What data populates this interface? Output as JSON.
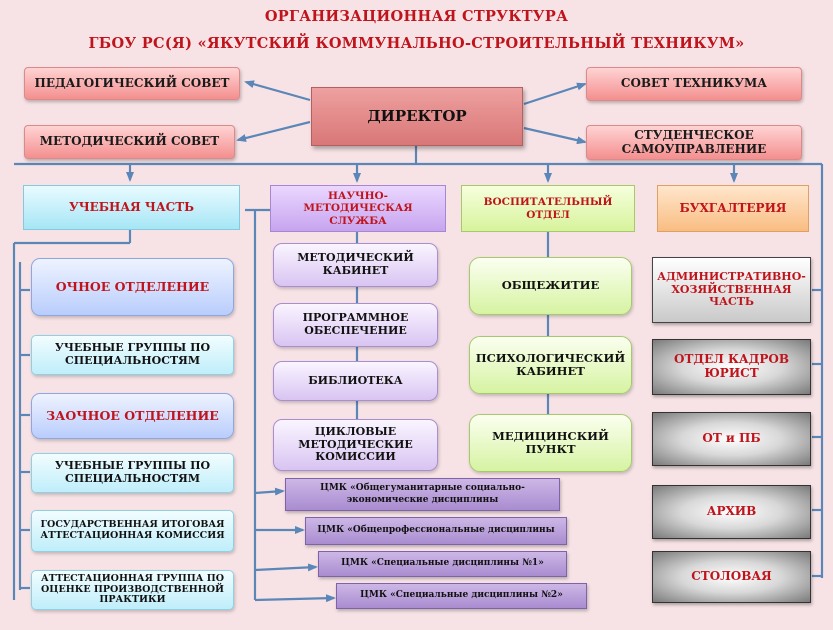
{
  "header": {
    "title_line1": "ОРГАНИЗАЦИОННАЯ  СТРУКТУРА",
    "title_line2": "ГБОУ РС(Я) «ЯКУТСКИЙ КОММУНАЛЬНО-СТРОИТЕЛЬНЫЙ ТЕХНИКУМ»"
  },
  "top": {
    "ped_council": "ПЕДАГОГИЧЕСКИЙ СОВЕТ",
    "method_council": "МЕТОДИЧЕСКИЙ СОВЕТ",
    "director": "ДИРЕКТОР",
    "tech_council": "СОВЕТ ТЕХНИКУМА",
    "student_gov": "СТУДЕНЧЕСКОЕ САМОУПРАВЛЕНИЕ"
  },
  "departments": {
    "academic": "УЧЕБНАЯ ЧАСТЬ",
    "science_method": "НАУЧНО-МЕТОДИЧЕСКАЯ СЛУЖБА",
    "educational": "ВОСПИТАТЕЛЬНЫЙ ОТДЕЛ",
    "accounting": "БУХГАЛТЕРИЯ"
  },
  "academic_units": [
    "ОЧНОЕ ОТДЕЛЕНИЕ",
    "УЧЕБНЫЕ ГРУППЫ ПО СПЕЦИАЛЬНОСТЯМ",
    "ЗАОЧНОЕ ОТДЕЛЕНИЕ",
    "УЧЕБНЫЕ ГРУППЫ ПО СПЕЦИАЛЬНОСТЯМ",
    "ГОСУДАРСТВЕННАЯ ИТОГОВАЯ АТТЕСТАЦИОННАЯ КОМИССИЯ",
    "АТТЕСТАЦИОННАЯ ГРУППА ПО ОЦЕНКЕ ПРОИЗВОДСТВЕННОЙ ПРАКТИКИ"
  ],
  "method_units": [
    "МЕТОДИЧЕСКИЙ КАБИНЕТ",
    "ПРОГРАММНОЕ ОБЕСПЕЧЕНИЕ",
    "БИБЛИОТЕКА",
    "ЦИКЛОВЫЕ МЕТОДИЧЕСКИЕ КОМИССИИ"
  ],
  "cmk": [
    "ЦМК «Общегуманитарные социально-экономические дисциплины",
    "ЦМК «Общепрофессиональные дисциплины",
    "ЦМК «Специальные дисциплины №1»",
    "ЦМК «Специальные дисциплины №2»"
  ],
  "edu_units": [
    "ОБЩЕЖИТИЕ",
    "ПСИХОЛОГИЧЕСКИЙ КАБИНЕТ",
    "МЕДИЦИНСКИЙ ПУНКТ"
  ],
  "admin_units": [
    "АДМИНИСТРАТИВНО-ХОЗЯЙСТВЕННАЯ ЧАСТЬ",
    "ОТДЕЛ КАДРОВ ЮРИСТ",
    "ОТ и ПБ",
    "АРХИВ",
    "СТОЛОВАЯ"
  ],
  "colors": {
    "connector": "#5b86b8",
    "title_red": "#c0141c"
  }
}
